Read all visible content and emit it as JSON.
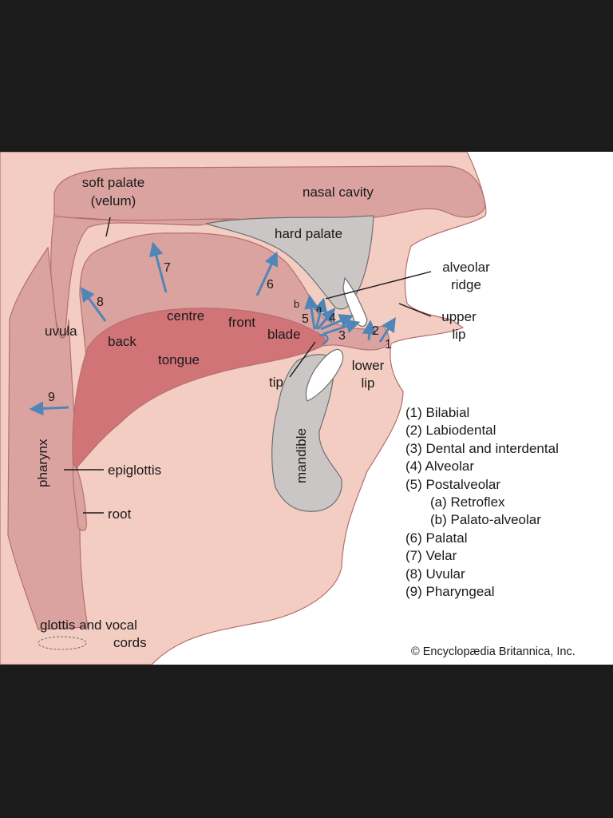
{
  "labels": {
    "soft_palate": "soft palate",
    "velum": "(velum)",
    "nasal_cavity": "nasal cavity",
    "hard_palate": "hard palate",
    "alveolar": "alveolar",
    "ridge": "ridge",
    "upper": "upper",
    "lip_upper": "lip",
    "lower": "lower",
    "lip_lower": "lip",
    "uvula": "uvula",
    "back": "back",
    "centre": "centre",
    "front": "front",
    "blade": "blade",
    "tongue": "tongue",
    "tip": "tip",
    "pharynx": "pharynx",
    "mandible": "mandible",
    "epiglottis": "epiglottis",
    "root": "root",
    "glottis": "glottis and vocal",
    "cords": "cords"
  },
  "numbers": {
    "n1": "1",
    "n2": "2",
    "n3": "3",
    "n4": "4",
    "n5": "5",
    "n6": "6",
    "n7": "7",
    "n8": "8",
    "n9": "9",
    "a": "a",
    "b": "b"
  },
  "legend": [
    "(1)  Bilabial",
    "(2)  Labiodental",
    "(3)  Dental and interdental",
    "(4)  Alveolar",
    "(5)  Postalveolar",
    "(a) Retroflex",
    "(b) Palato-alveolar",
    "(6)  Palatal",
    "(7)  Velar",
    "(8)  Uvular",
    "(9)  Pharyngeal"
  ],
  "copyright": "© Encyclopædia Britannica, Inc.",
  "colors": {
    "background": "#1b1b1b",
    "panel": "#ffffff",
    "skin": "#f3ccc2",
    "tissue": "#dba3a0",
    "tongue": "#d17478",
    "bone": "#cac6c5",
    "arrow": "#4f86b5"
  }
}
